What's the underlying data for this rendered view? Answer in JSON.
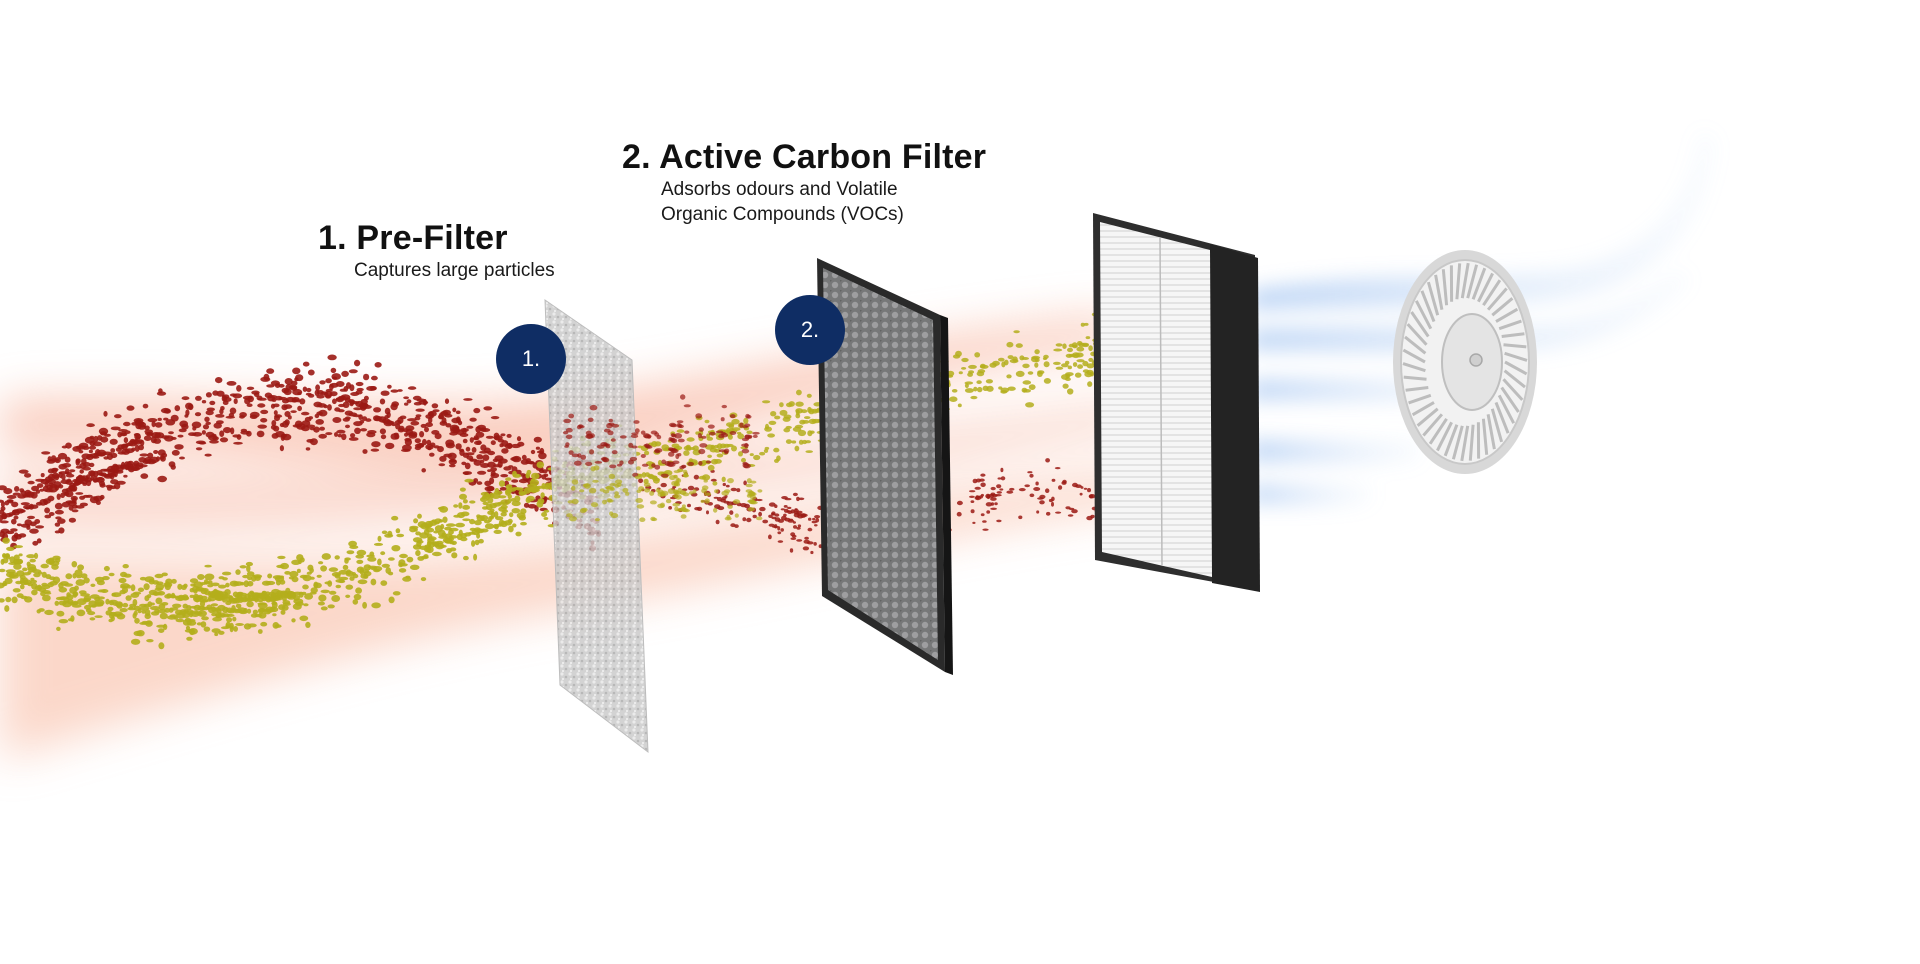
{
  "steps": [
    {
      "number": "1.",
      "title": "1. Pre-Filter",
      "description": [
        "Captures large particles"
      ]
    },
    {
      "number": "2.",
      "title": "2. Active Carbon Filter",
      "description": [
        "Adsorbs odours and Volatile",
        "Organic Compounds (VOCs)"
      ]
    }
  ],
  "colors": {
    "badge": "#0f2d64",
    "dirty_airflow": "#f4a88a",
    "clean_airflow": "#b9d3f5",
    "large_particles": "#9b1a14",
    "small_particles": "#b4ae1c",
    "filter_frame": "#2b2b2b"
  },
  "components": [
    "pre-filter",
    "active-carbon-filter",
    "hepa-filter",
    "fan"
  ]
}
